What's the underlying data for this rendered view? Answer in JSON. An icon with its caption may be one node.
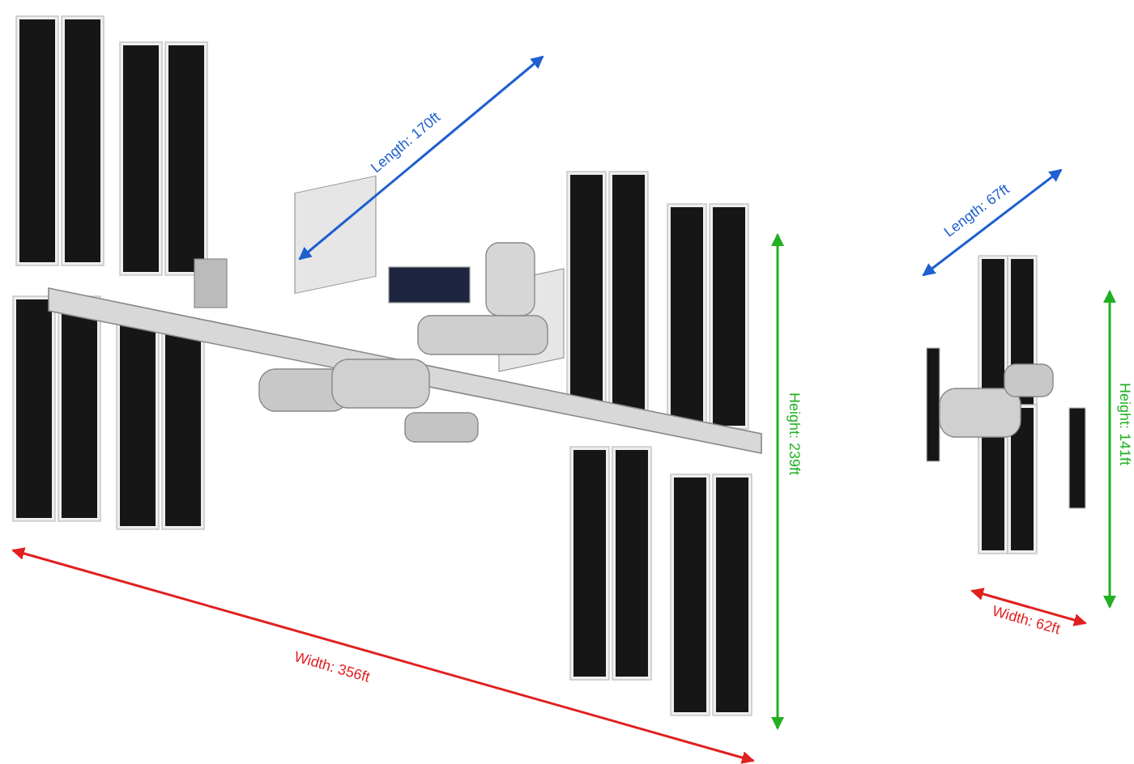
{
  "diagram": {
    "labels": [
      "Length: 170ft",
      "Height: 239ft",
      "Width: 356ft",
      "Length: 67ft",
      "Height: 141ft",
      "Width: 62ft"
    ]
  }
}
